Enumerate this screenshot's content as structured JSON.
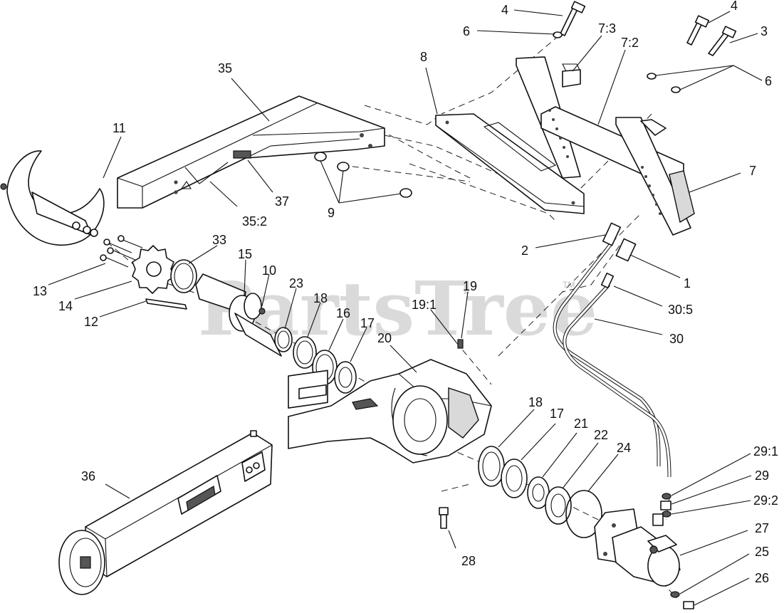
{
  "watermark": {
    "text": "PartsTree",
    "tm": "TM"
  },
  "callouts": [
    {
      "id": "c4a",
      "label": "4"
    },
    {
      "id": "c4b",
      "label": "4"
    },
    {
      "id": "c3",
      "label": "3"
    },
    {
      "id": "c6a",
      "label": "6"
    },
    {
      "id": "c6b",
      "label": "6"
    },
    {
      "id": "c7_3",
      "label": "7:3"
    },
    {
      "id": "c7_2",
      "label": "7:2"
    },
    {
      "id": "c8",
      "label": "8"
    },
    {
      "id": "c35",
      "label": "35"
    },
    {
      "id": "c11",
      "label": "11"
    },
    {
      "id": "c37",
      "label": "37"
    },
    {
      "id": "c35_2",
      "label": "35:2"
    },
    {
      "id": "c9",
      "label": "9"
    },
    {
      "id": "c7",
      "label": "7"
    },
    {
      "id": "c2",
      "label": "2"
    },
    {
      "id": "c1",
      "label": "1"
    },
    {
      "id": "c30_5",
      "label": "30:5"
    },
    {
      "id": "c30",
      "label": "30"
    },
    {
      "id": "c33",
      "label": "33"
    },
    {
      "id": "c15",
      "label": "15"
    },
    {
      "id": "c10",
      "label": "10"
    },
    {
      "id": "c23",
      "label": "23"
    },
    {
      "id": "c18a",
      "label": "18"
    },
    {
      "id": "c16",
      "label": "16"
    },
    {
      "id": "c17a",
      "label": "17"
    },
    {
      "id": "c19_1",
      "label": "19:1"
    },
    {
      "id": "c19",
      "label": "19"
    },
    {
      "id": "c20",
      "label": "20"
    },
    {
      "id": "c13",
      "label": "13"
    },
    {
      "id": "c14",
      "label": "14"
    },
    {
      "id": "c12",
      "label": "12"
    },
    {
      "id": "c18b",
      "label": "18"
    },
    {
      "id": "c17b",
      "label": "17"
    },
    {
      "id": "c21",
      "label": "21"
    },
    {
      "id": "c22",
      "label": "22"
    },
    {
      "id": "c24",
      "label": "24"
    },
    {
      "id": "c36",
      "label": "36"
    },
    {
      "id": "c29_1",
      "label": "29:1"
    },
    {
      "id": "c29",
      "label": "29"
    },
    {
      "id": "c29_2",
      "label": "29:2"
    },
    {
      "id": "c27",
      "label": "27"
    },
    {
      "id": "c25",
      "label": "25"
    },
    {
      "id": "c26",
      "label": "26"
    },
    {
      "id": "c28",
      "label": "28"
    }
  ]
}
